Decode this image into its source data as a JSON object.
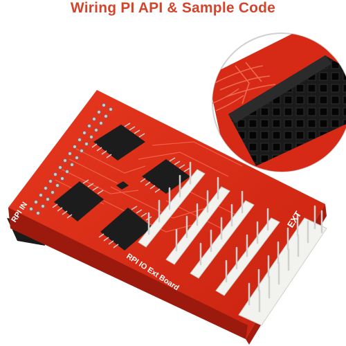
{
  "header": {
    "title": "Wiring PI API & Sample Code"
  },
  "board": {
    "label_left": "RPI IN",
    "label_bottom": "RPI IO Ext Board",
    "label_right": "EXT"
  },
  "colors": {
    "title": "#d2452c",
    "pcb": "#e0301e",
    "pcb_dark": "#a8180f",
    "chip": "#1c1c1c",
    "header_white": "#f2f2ee",
    "pin_metal": "#c9c9c9"
  }
}
